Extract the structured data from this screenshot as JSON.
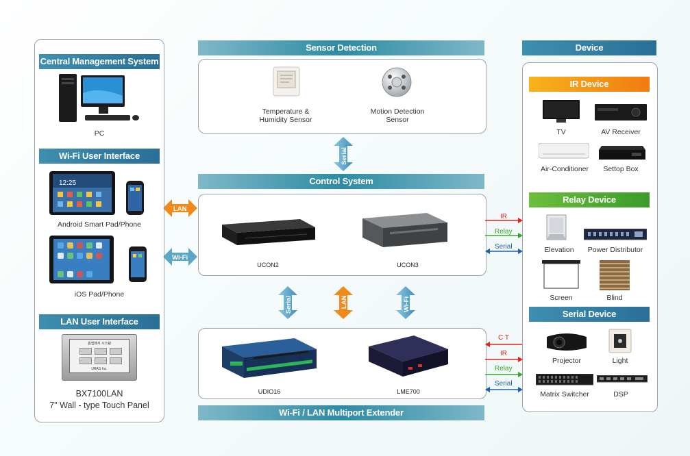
{
  "left": {
    "cms_header": "Central Management System",
    "pc_label": "PC",
    "wifi_header": "Wi-Fi User Interface",
    "android_label": "Android Smart Pad/Phone",
    "ios_label": "iOS Pad/Phone",
    "lan_header": "LAN User Interface",
    "panel_name": "BX7100LAN",
    "panel_desc": "7\" Wall - type Touch Panel",
    "panel_screen_title": "홈랩패서 시스템",
    "panel_brand": "URAS Inc."
  },
  "sensor": {
    "header": "Sensor Detection",
    "temp_label_1": "Temperature &",
    "temp_label_2": "Humidity Sensor",
    "motion_label_1": "Motion Detection",
    "motion_label_2": "Sensor"
  },
  "control": {
    "header": "Control System",
    "ucon2": "UCON2",
    "ucon3": "UCON3"
  },
  "extender": {
    "header": "Wi-Fi / LAN Multiport Extender",
    "udio16": "UDIO16",
    "lme700": "LME700"
  },
  "arrows": {
    "serial": "Serial",
    "lan": "LAN",
    "wifi": "Wi-Fi"
  },
  "links": {
    "ir": "IR",
    "relay": "Relay",
    "serial": "Serial",
    "ct": "C T"
  },
  "device": {
    "header": "Device",
    "ir_header": "IR Device",
    "tv": "TV",
    "av_receiver": "AV Receiver",
    "air_conditioner": "Air-Conditioner",
    "settop_box": "Settop Box",
    "relay_header": "Relay Device",
    "elevation": "Elevation",
    "power_distributor": "Power Distributor",
    "screen": "Screen",
    "blind": "Blind",
    "serial_header": "Serial Device",
    "projector": "Projector",
    "light": "Light",
    "matrix_switcher": "Matrix Switcher",
    "dsp": "DSP"
  },
  "colors": {
    "ir": "#e2231a",
    "relay": "#3aa52e",
    "serial": "#1f5fa8",
    "lan_arrow": "#f08a1c",
    "wifi_arrow": "#5aa7c8"
  }
}
